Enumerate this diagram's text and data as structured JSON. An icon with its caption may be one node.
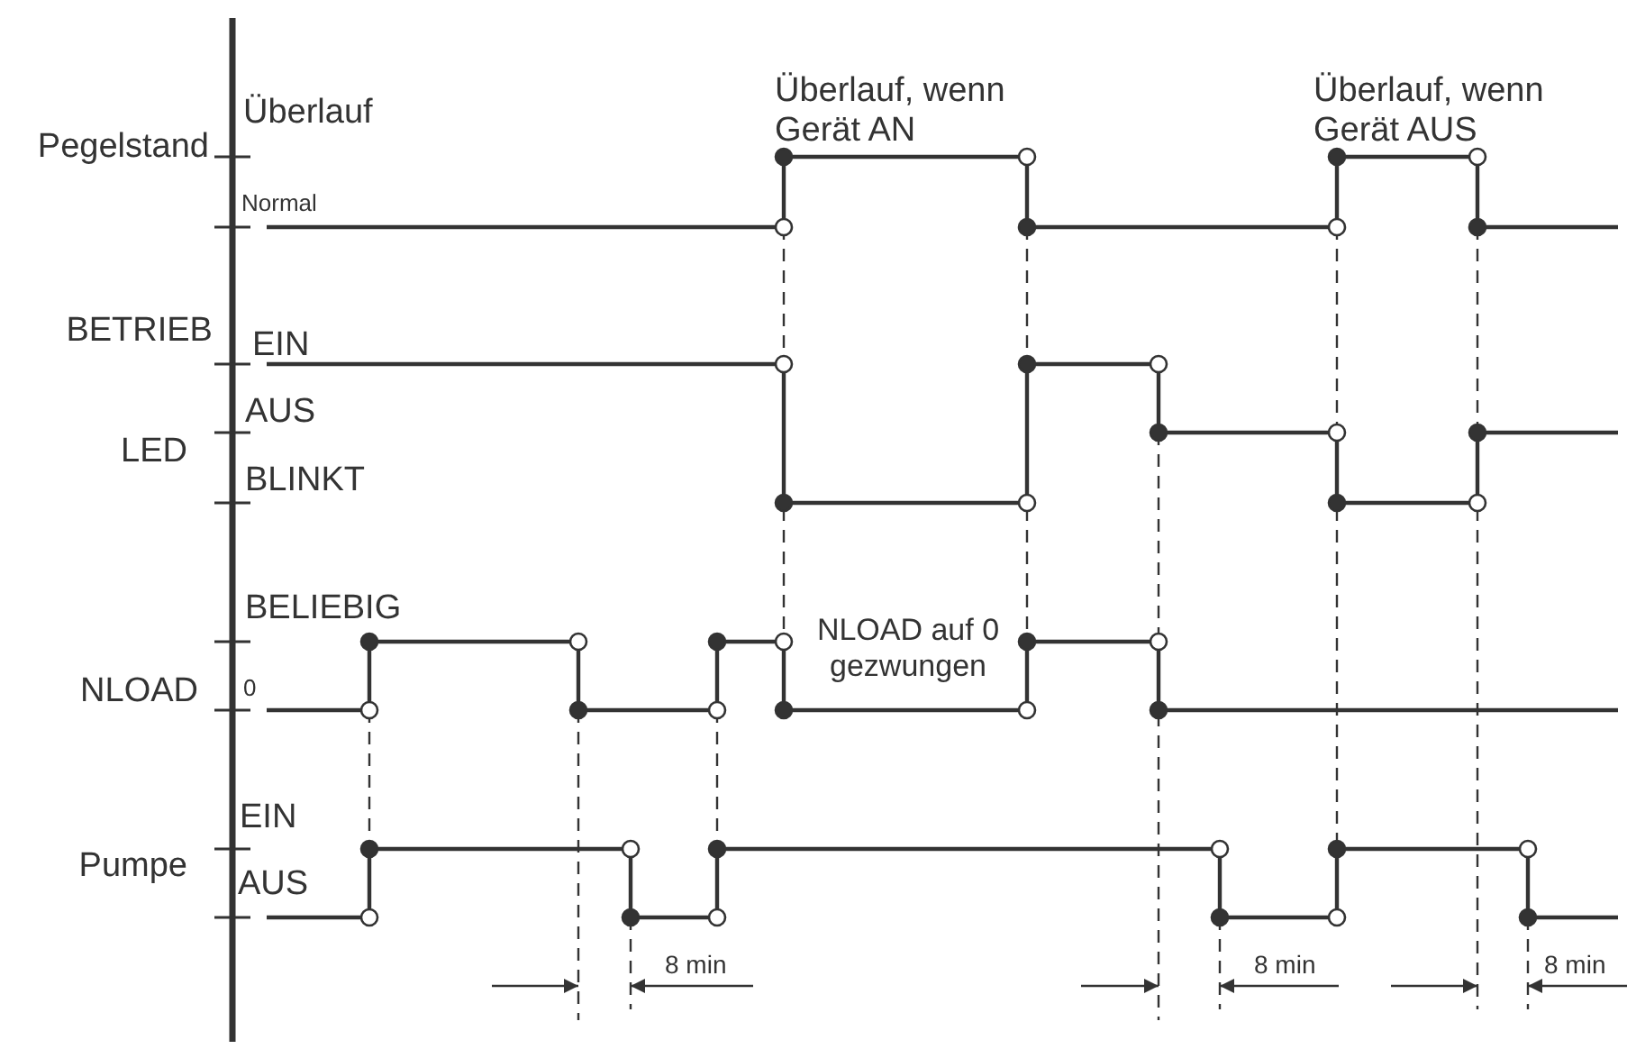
{
  "diagram": {
    "labels": [
      "Überlauf, wenn Gerät AN",
      "Überlauf, wenn Gerät AUS",
      "Überlauf",
      "Pegelstand",
      "Normal",
      "BETRIEB",
      "EIN",
      "AUS",
      "LED",
      "BLINKT",
      "BELIEBIG",
      "NLOAD auf 0 gezwungen",
      "NLOAD",
      "0",
      "EIN",
      "Pumpe",
      "AUS",
      "8 min",
      "8 min",
      "8 min"
    ]
  }
}
